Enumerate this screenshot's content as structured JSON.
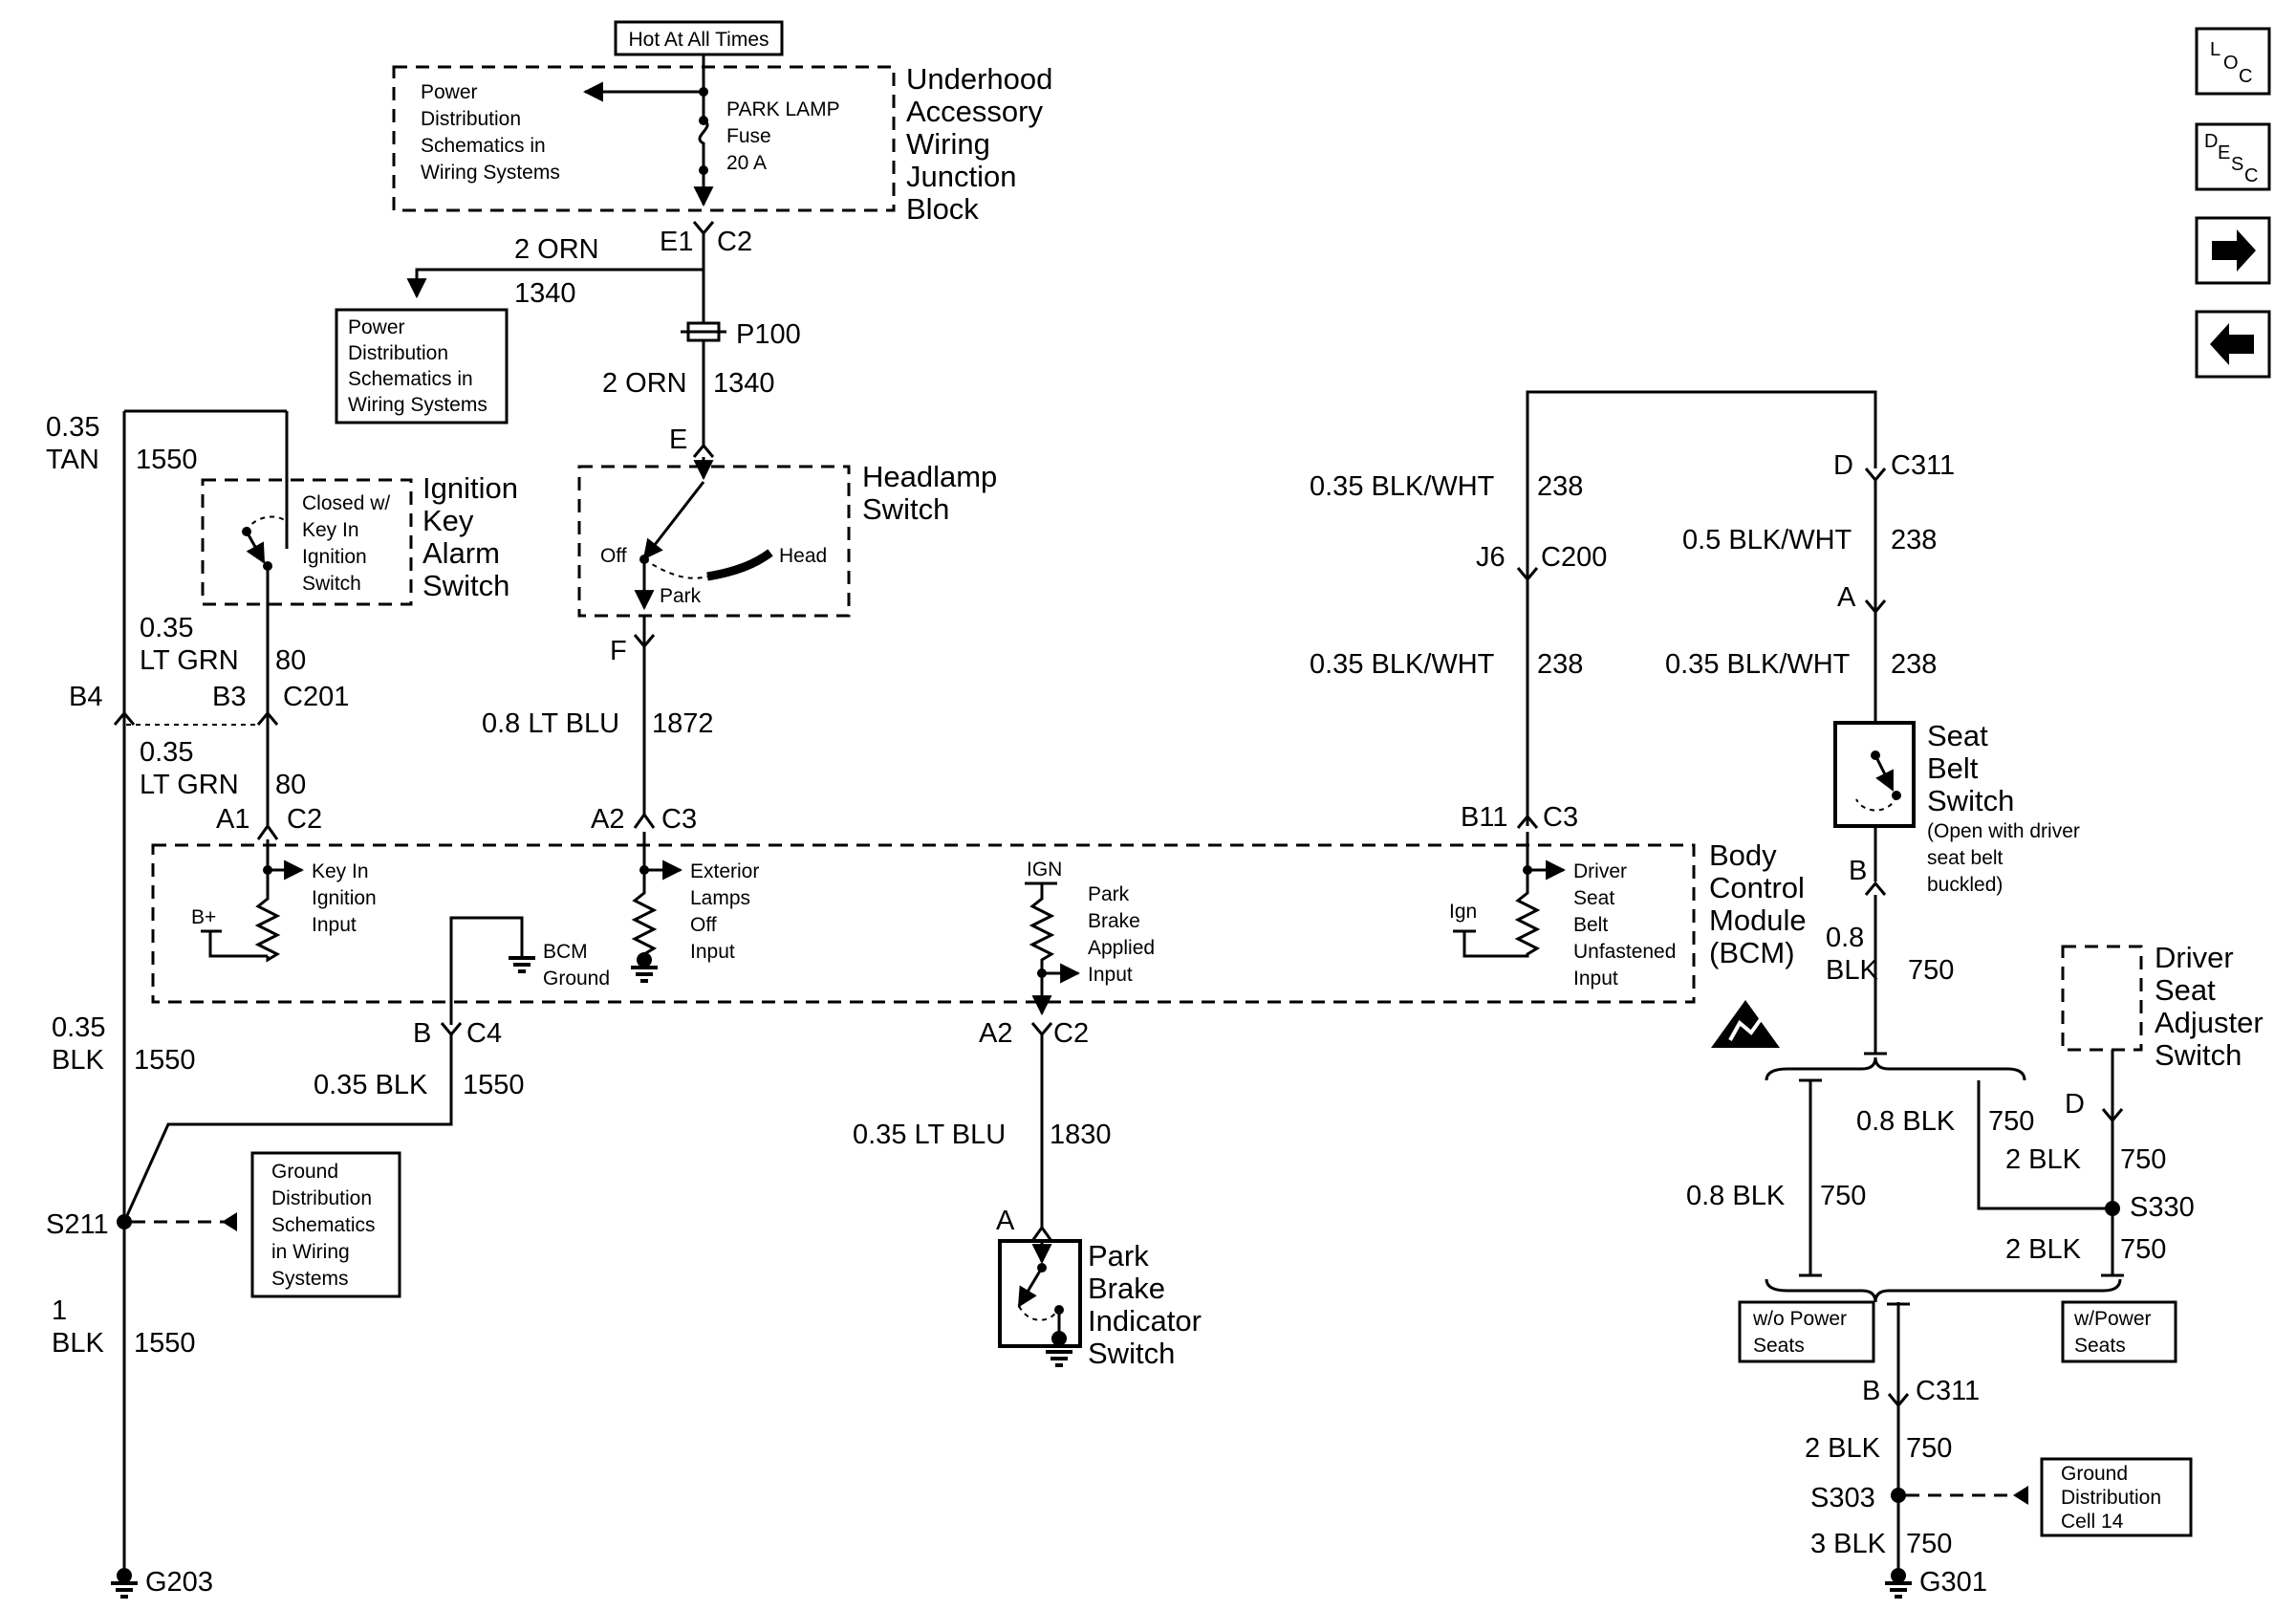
{
  "power": {
    "hot_note": "Hot At All Times",
    "pd_ref_top": [
      "Power",
      "Distribution",
      "Schematics in",
      "Wiring Systems"
    ],
    "fuse_label": [
      "PARK LAMP",
      "Fuse",
      "20 A"
    ],
    "junction_block": [
      "Underhood",
      "Accessory",
      "Wiring",
      "Junction",
      "Block"
    ],
    "pd_ref_left": [
      "Power",
      "Distribution",
      "Schematics in",
      "Wiring Systems"
    ]
  },
  "wires": {
    "orn_a": "2 ORN",
    "orn_a_circuit": "1340",
    "orn_b": "2 ORN",
    "orn_b_circuit": "1340",
    "tan_gauge": "0.35",
    "tan_color": "TAN",
    "tan_circuit": "1550",
    "ltgrn_a_gauge": "0.35",
    "ltgrn_a_color": "LT GRN",
    "ltgrn_a_circuit": "80",
    "ltgrn_b_gauge": "0.35",
    "ltgrn_b_color": "LT GRN",
    "ltgrn_b_circuit": "80",
    "ltblu_a": "0.8 LT BLU",
    "ltblu_a_circuit": "1872",
    "blk_left_gauge": "0.35",
    "blk_left_color": "BLK",
    "blk_left_circuit": "1550",
    "blk_c4": "0.35 BLK",
    "blk_c4_circuit": "1550",
    "blk_1_gauge": "1",
    "blk_1_color": "BLK",
    "blk_1_circuit": "1550",
    "ltblu_b": "0.35 LT BLU",
    "ltblu_b_circuit": "1830",
    "bw_1": "0.35 BLK/WHT",
    "bw_1_circuit": "238",
    "bw_2": "0.35 BLK/WHT",
    "bw_2_circuit": "238",
    "bw_3": "0.5 BLK/WHT",
    "bw_3_circuit": "238",
    "bw_4": "0.35 BLK/WHT",
    "bw_4_circuit": "238",
    "blk_08_gauge": "0.8",
    "blk_08_color": "BLK",
    "blk_08_circuit": "750",
    "blk_08b": "0.8 BLK",
    "blk_08b_circuit": "750",
    "blk_08c": "0.8 BLK",
    "blk_08c_circuit": "750",
    "blk_2a": "2 BLK",
    "blk_2a_circuit": "750",
    "blk_2b": "2 BLK",
    "blk_2b_circuit": "750",
    "blk_2c": "2 BLK",
    "blk_2c_circuit": "750",
    "blk_3": "3 BLK",
    "blk_3_circuit": "750"
  },
  "connectors": {
    "e1": "E1",
    "c2_top": "C2",
    "p100": "P100",
    "e": "E",
    "f": "F",
    "b4": "B4",
    "b3": "B3",
    "c201": "C201",
    "a1": "A1",
    "c2_a1": "C2",
    "a2_c3": "A2",
    "c3_a2": "C3",
    "b11": "B11",
    "c3_b11": "C3",
    "b_c4": "B",
    "c4": "C4",
    "a2_c2": "A2",
    "c2_a2": "C2",
    "a_park": "A",
    "d_c311": "D",
    "c311_top": "C311",
    "j6": "J6",
    "c200": "C200",
    "a_seat": "A",
    "b_seat": "B",
    "d_adj": "D",
    "b_c311": "B",
    "c311_bot": "C311"
  },
  "components": {
    "ignition_closed": [
      "Closed w/",
      "Key In",
      "Ignition",
      "Switch"
    ],
    "ignition_name": [
      "Ignition",
      "Key",
      "Alarm",
      "Switch"
    ],
    "headlamp_name": [
      "Headlamp",
      "Switch"
    ],
    "headlamp_off": "Off",
    "headlamp_park": "Park",
    "headlamp_head": "Head",
    "bcm_name": [
      "Body",
      "Control",
      "Module",
      "(BCM)"
    ],
    "bcm_keyin": [
      "Key In",
      "Ignition",
      "Input"
    ],
    "bcm_bplus": "B+",
    "bcm_ground": [
      "BCM",
      "Ground"
    ],
    "bcm_exterior": [
      "Exterior",
      "Lamps",
      "Off",
      "Input"
    ],
    "bcm_ign_a": "IGN",
    "bcm_park": [
      "Park",
      "Brake",
      "Applied",
      "Input"
    ],
    "bcm_ign_b": "Ign",
    "bcm_driver": [
      "Driver",
      "Seat",
      "Belt",
      "Unfastened",
      "Input"
    ],
    "park_switch": [
      "Park",
      "Brake",
      "Indicator",
      "Switch"
    ],
    "seat_belt_switch": [
      "Seat",
      "Belt",
      "Switch"
    ],
    "seat_belt_note": [
      "(Open with driver",
      "seat belt",
      "buckled)"
    ],
    "seat_adjuster": [
      "Driver",
      "Seat",
      "Adjuster",
      "Switch"
    ],
    "wo_power_seats": [
      "w/o  Power",
      "Seats"
    ],
    "w_power_seats": [
      "w/Power",
      "Seats"
    ]
  },
  "grounds": {
    "s211": "S211",
    "g203": "G203",
    "gd_ref_left": [
      "Ground",
      "Distribution",
      "Schematics",
      "in Wiring",
      "Systems"
    ],
    "s330": "S330",
    "s303": "S303",
    "g301": "G301",
    "gd_ref_right": [
      "Ground",
      "Distribution",
      "Cell 14"
    ]
  },
  "nav": {
    "loc": [
      "L",
      "O",
      "C"
    ],
    "desc": [
      "D",
      "E",
      "S",
      "C"
    ],
    "next": "next-arrow",
    "prev": "prev-arrow"
  }
}
